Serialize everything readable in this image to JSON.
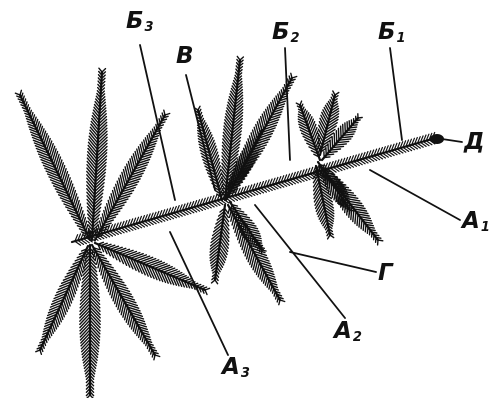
{
  "colors": {
    "ink": "#111111",
    "background": "#ffffff"
  },
  "labels": {
    "b3": {
      "text": "Б",
      "sub": "3"
    },
    "v": {
      "text": "В",
      "sub": ""
    },
    "b2": {
      "text": "Б",
      "sub": "2"
    },
    "b1": {
      "text": "Б",
      "sub": "1"
    },
    "d": {
      "text": "Д",
      "sub": ""
    },
    "a1": {
      "text": "А",
      "sub": "1"
    },
    "g": {
      "text": "Г",
      "sub": ""
    },
    "a2": {
      "text": "А",
      "sub": "2"
    },
    "a3": {
      "text": "А",
      "sub": "3"
    }
  }
}
